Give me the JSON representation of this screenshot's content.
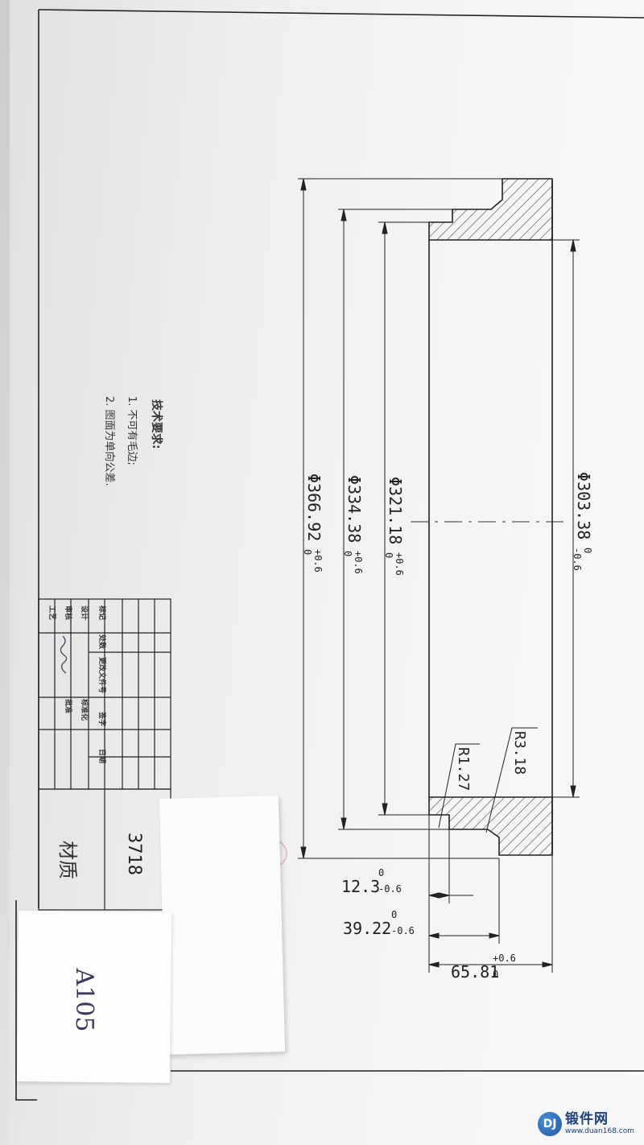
{
  "drawing": {
    "diameters": [
      {
        "key": "d303",
        "text": "Φ303.38",
        "tol_upper": "0",
        "tol_lower": "-0.6"
      },
      {
        "key": "d321",
        "text": "Φ321.18",
        "tol_upper": "+0.6",
        "tol_lower": "0"
      },
      {
        "key": "d334",
        "text": "Φ334.38",
        "tol_upper": "+0.6",
        "tol_lower": "0"
      },
      {
        "key": "d366",
        "text": "Φ366.92",
        "tol_upper": "+0.6",
        "tol_lower": "0"
      }
    ],
    "lengths": [
      {
        "key": "l12",
        "text": "12.3",
        "tol_upper": "0",
        "tol_lower": "-0.6"
      },
      {
        "key": "l39",
        "text": "39.22",
        "tol_upper": "0",
        "tol_lower": "-0.6"
      },
      {
        "key": "l65",
        "text": "65.81",
        "tol_upper": "+0.6",
        "tol_lower": "0"
      }
    ],
    "radii": [
      {
        "key": "r318",
        "text": "R3.18"
      },
      {
        "key": "r127",
        "text": "R1.27"
      }
    ]
  },
  "tech_requirements": {
    "title": "技术要求:",
    "items": [
      "1. 不可有毛边;",
      "2. 图面为单向公差."
    ]
  },
  "title_block": {
    "headers": [
      "标记",
      "处数",
      "更改文件号",
      "签字",
      "日期"
    ],
    "roles": [
      "设计",
      "审核",
      "工艺"
    ],
    "roles2": [
      "标准化",
      "批准"
    ],
    "drawing_number": "3718",
    "material_label": "材质",
    "material_value": "A105"
  },
  "logo": {
    "name": "锻件网",
    "url": "www.duan168.com",
    "mark": "DJ",
    "color": "#1d3f7a"
  }
}
